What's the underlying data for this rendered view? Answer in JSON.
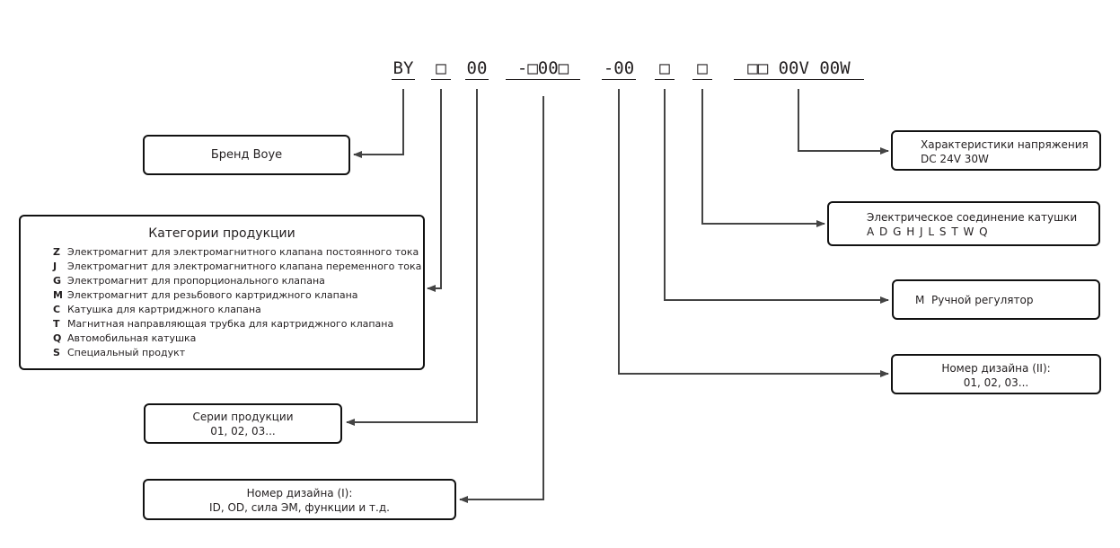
{
  "code": {
    "segments": [
      "BY",
      "□",
      "00",
      "-□00□",
      "-00",
      "□",
      "□",
      "□□ 00V 00W"
    ]
  },
  "boxes": {
    "brand": {
      "title": "Бренд Boye"
    },
    "categories": {
      "title": "Категории продукции",
      "items": [
        {
          "code": "Z",
          "label": "Электромагнит для электромагнитного клапана постоянного тока"
        },
        {
          "code": "J",
          "label": "Электромагнит для электромагнитного клапана переменного тока"
        },
        {
          "code": "G",
          "label": "Электромагнит для пропорционального клапана"
        },
        {
          "code": "M",
          "label": "Электромагнит для резьбового картриджного клапана"
        },
        {
          "code": "C",
          "label": "Катушка для картриджного клапана"
        },
        {
          "code": "T",
          "label": "Магнитная направляющая трубка для картриджного клапана"
        },
        {
          "code": "Q",
          "label": "Автомобильная катушка"
        },
        {
          "code": "S",
          "label": "Специальный продукт"
        }
      ]
    },
    "series": {
      "title": "Серии продукции",
      "value": "01, 02, 03..."
    },
    "design1": {
      "title": "Номер дизайна (I):",
      "value": "ID, OD, сила ЭМ, функции и т.д."
    },
    "voltage": {
      "title": "Характеристики напряжения",
      "value": "DC  24V  30W"
    },
    "connection": {
      "title": "Электрическое соединение катушки",
      "value": "A D G H J L S T W Q"
    },
    "manual": {
      "title": "M  Ручной регулятор"
    },
    "design2": {
      "title": "Номер дизайна (II):",
      "value": "01, 02, 03..."
    }
  },
  "colors": {
    "line": "#444444",
    "border": "#111111",
    "text": "#231f20"
  }
}
